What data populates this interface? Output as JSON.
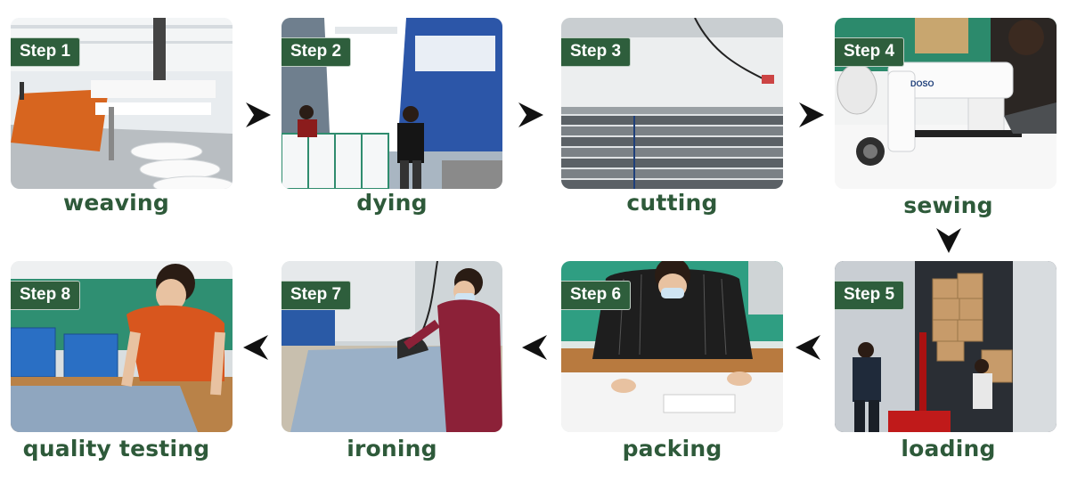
{
  "colors": {
    "badge_bg": "#2e5e3c",
    "caption": "#2e5a3a",
    "arrow": "#111111"
  },
  "steps": [
    {
      "badge": "Step 1",
      "caption": "weaving",
      "photo_icon": "weaving-machines-photo"
    },
    {
      "badge": "Step 2",
      "caption": "dying",
      "photo_icon": "dyeing-machine-photo"
    },
    {
      "badge": "Step 3",
      "caption": "cutting",
      "photo_icon": "cutting-table-photo"
    },
    {
      "badge": "Step 4",
      "caption": "sewing",
      "photo_icon": "sewing-machine-photo"
    },
    {
      "badge": "Step 5",
      "caption": "loading",
      "photo_icon": "truck-loading-photo"
    },
    {
      "badge": "Step 6",
      "caption": "packing",
      "photo_icon": "packing-shirts-photo"
    },
    {
      "badge": "Step 7",
      "caption": "ironing",
      "photo_icon": "ironing-photo"
    },
    {
      "badge": "Step 8",
      "caption": "quality testing",
      "photo_icon": "quality-testing-photo"
    }
  ],
  "arrows": [
    "right",
    "right",
    "right",
    "down",
    "left",
    "left",
    "left"
  ]
}
